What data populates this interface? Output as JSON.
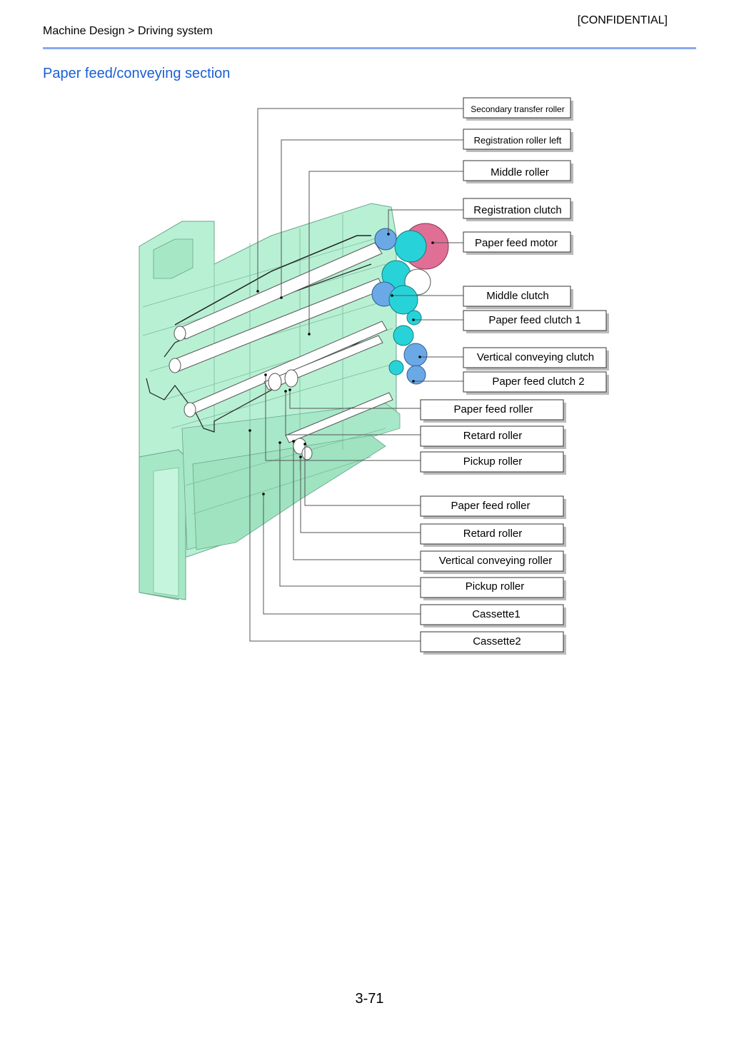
{
  "header": {
    "confidential": "[CONFIDENTIAL]",
    "breadcrumb": "Machine Design > Driving system"
  },
  "section_title": "Paper feed/conveying section",
  "colors": {
    "rule": "#8aa9f0",
    "title": "#1a5fd6",
    "frame_green": "#b8f0d4",
    "gear_cyan": "#27d3d8",
    "clutch_blue": "#6aa8e6",
    "motor_pink": "#e06f95"
  },
  "labels": [
    {
      "id": "secondary-transfer-roller",
      "text": "Secondary transfer roller"
    },
    {
      "id": "registration-roller-left",
      "text": "Registration roller left"
    },
    {
      "id": "middle-roller",
      "text": "Middle roller"
    },
    {
      "id": "registration-clutch",
      "text": "Registration clutch"
    },
    {
      "id": "paper-feed-motor",
      "text": "Paper feed motor"
    },
    {
      "id": "middle-clutch",
      "text": "Middle clutch"
    },
    {
      "id": "paper-feed-clutch-1",
      "text": "Paper feed clutch 1"
    },
    {
      "id": "vertical-conveying-clutch",
      "text": "Vertical conveying clutch"
    },
    {
      "id": "paper-feed-clutch-2",
      "text": "Paper feed clutch 2"
    },
    {
      "id": "paper-feed-roller-upper",
      "text": "Paper feed roller"
    },
    {
      "id": "retard-roller-upper",
      "text": "Retard roller"
    },
    {
      "id": "pickup-roller-upper",
      "text": "Pickup roller"
    },
    {
      "id": "paper-feed-roller-lower",
      "text": "Paper feed roller"
    },
    {
      "id": "retard-roller-lower",
      "text": "Retard roller"
    },
    {
      "id": "vertical-conveying-roller",
      "text": "Vertical conveying roller"
    },
    {
      "id": "pickup-roller-lower",
      "text": "Pickup roller"
    },
    {
      "id": "cassette1",
      "text": "Cassette1"
    },
    {
      "id": "cassette2",
      "text": "Cassette2"
    }
  ],
  "page_number": "3-71"
}
